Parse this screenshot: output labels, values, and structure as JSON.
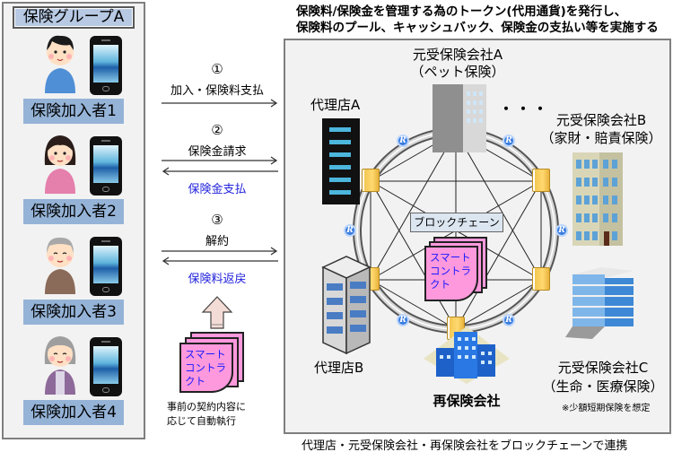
{
  "group": {
    "title": "保険グループA",
    "members": [
      {
        "label": "保険加入者1",
        "avatar": "young-man-icon",
        "device": "smartphone-icon"
      },
      {
        "label": "保険加入者2",
        "avatar": "woman-icon",
        "device": "smartphone-icon"
      },
      {
        "label": "保険加入者3",
        "avatar": "elderly-man-icon",
        "device": "smartphone-icon"
      },
      {
        "label": "保険加入者4",
        "avatar": "elderly-woman-icon",
        "device": "smartphone-icon"
      }
    ]
  },
  "flows": [
    {
      "num": "①",
      "request": "加入・保険料支払",
      "response": null
    },
    {
      "num": "②",
      "request": "保険金請求",
      "response": "保険金支払"
    },
    {
      "num": "③",
      "request": "解約",
      "response": "保険料返戻"
    }
  ],
  "smart_contract_left": {
    "text_lines": [
      "スマート",
      "コントラ",
      "クト"
    ],
    "caption_lines": [
      "事前の契約内容に",
      "応じて自動執行"
    ]
  },
  "header": {
    "lines": [
      "保険料/保険金を管理する為のトークン(代用通貨)を発行し、",
      "保険料のプール、キャッシュバック、保険金の支払い等を実施する"
    ]
  },
  "network": {
    "agency_a": "代理店A",
    "agency_b": "代理店B",
    "insurer_a": {
      "name": "元受保険会社A",
      "type": "（ペット保険）"
    },
    "insurer_b": {
      "name": "元受保険会社B",
      "type": "（家財・賠責保険）"
    },
    "insurer_c": {
      "name": "元受保険会社C",
      "type": "（生命・医療保険）",
      "note": "※少額短期保険を想定"
    },
    "reinsurer": "再保険会社",
    "ellipsis": "・・・",
    "blockchain_label": "ブロックチェーン",
    "smart_contract_lines": [
      "スマート",
      "コントラ",
      "クト"
    ],
    "token_symbol": "R"
  },
  "footer": "代理店・元受保険会社・再保険会社をブロックチェーンで連携",
  "colors": {
    "panel_bg": "#f2f2f2",
    "label_bg": "#95b3d7",
    "title_bg": "#b7c9e3",
    "blue_text": "#2222dd",
    "smart_contract_pink": "#ff99dd",
    "blockchain_label_bg": "#dce6f1"
  }
}
